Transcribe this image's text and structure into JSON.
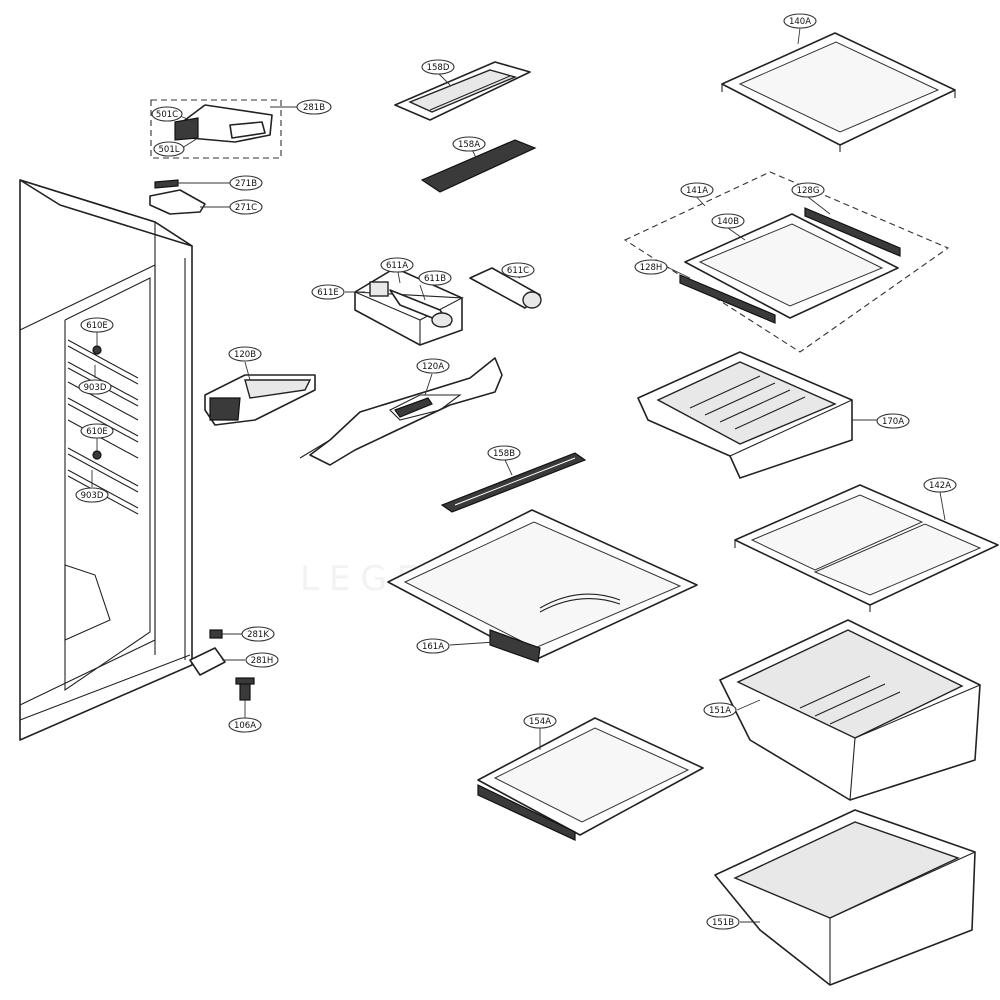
{
  "diagram": {
    "callouts": [
      {
        "id": "281B"
      },
      {
        "id": "501C"
      },
      {
        "id": "501L"
      },
      {
        "id": "271B"
      },
      {
        "id": "271C"
      },
      {
        "id": "158D"
      },
      {
        "id": "158A"
      },
      {
        "id": "140A"
      },
      {
        "id": "141A"
      },
      {
        "id": "128G"
      },
      {
        "id": "140B"
      },
      {
        "id": "128H"
      },
      {
        "id": "611A"
      },
      {
        "id": "611B"
      },
      {
        "id": "611C"
      },
      {
        "id": "611E"
      },
      {
        "id": "610E"
      },
      {
        "id": "903D"
      },
      {
        "id": "610E"
      },
      {
        "id": "903D"
      },
      {
        "id": "120B"
      },
      {
        "id": "120A"
      },
      {
        "id": "170A"
      },
      {
        "id": "158B"
      },
      {
        "id": "142A"
      },
      {
        "id": "161A"
      },
      {
        "id": "281K"
      },
      {
        "id": "281H"
      },
      {
        "id": "106A"
      },
      {
        "id": "151A"
      },
      {
        "id": "154A"
      },
      {
        "id": "151B"
      }
    ]
  }
}
